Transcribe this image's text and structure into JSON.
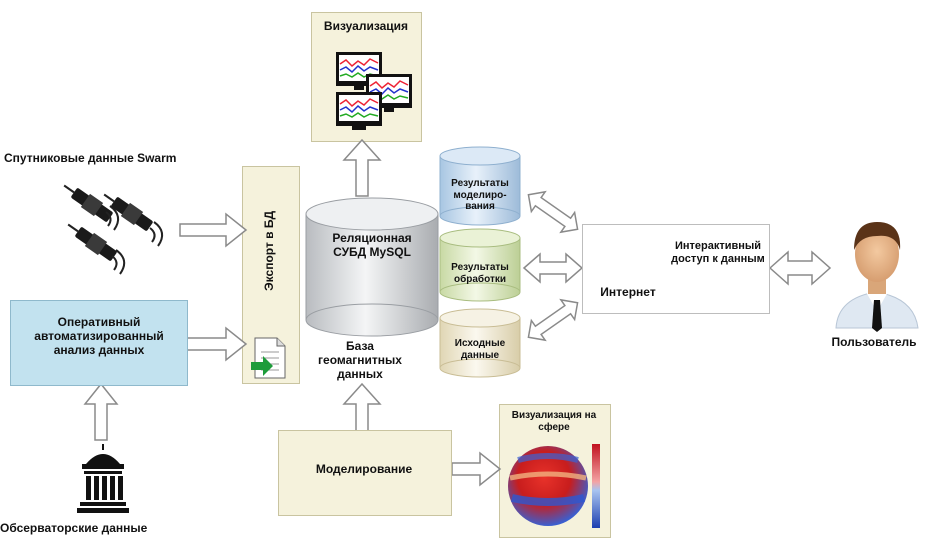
{
  "labels": {
    "visualization": "Визуализация",
    "swarm": "Спутниковые данные Swarm",
    "export": "Экспорт в БД",
    "operative": "Оперативный автоматизированный анализ данных",
    "observatory": "Обсерваторские данные",
    "rdbms": "Реляционная СУБД MySQL",
    "db_name": "База геомагнитных данных",
    "modeling_results": "Результаты моделиро-вания",
    "processing_results": "Результаты обработки",
    "source_data": "Исходные данные",
    "internet": "Интернет",
    "interactive": "Интерактивный доступ к данным",
    "user": "Пользователь",
    "modeling": "Моделирование",
    "sphere_vis": "Визуализация на сфере"
  },
  "colors": {
    "cream": "#f5f2dc",
    "blue_box": "#c2e2ef",
    "cylinder_green": "#e2ecc8",
    "cylinder_blue": "#c9dcee",
    "cylinder_cream": "#f3eedb",
    "cylinder_gray": "#d6d9dd",
    "arrow_fill": "#ffffff",
    "arrow_stroke": "#8a8a8a",
    "browser_blue": "#283a94"
  },
  "icons": [
    "satellite-icon",
    "monitor-icon",
    "document-icon",
    "observatory-icon",
    "browser-icon",
    "user-icon",
    "sphere-icon"
  ]
}
